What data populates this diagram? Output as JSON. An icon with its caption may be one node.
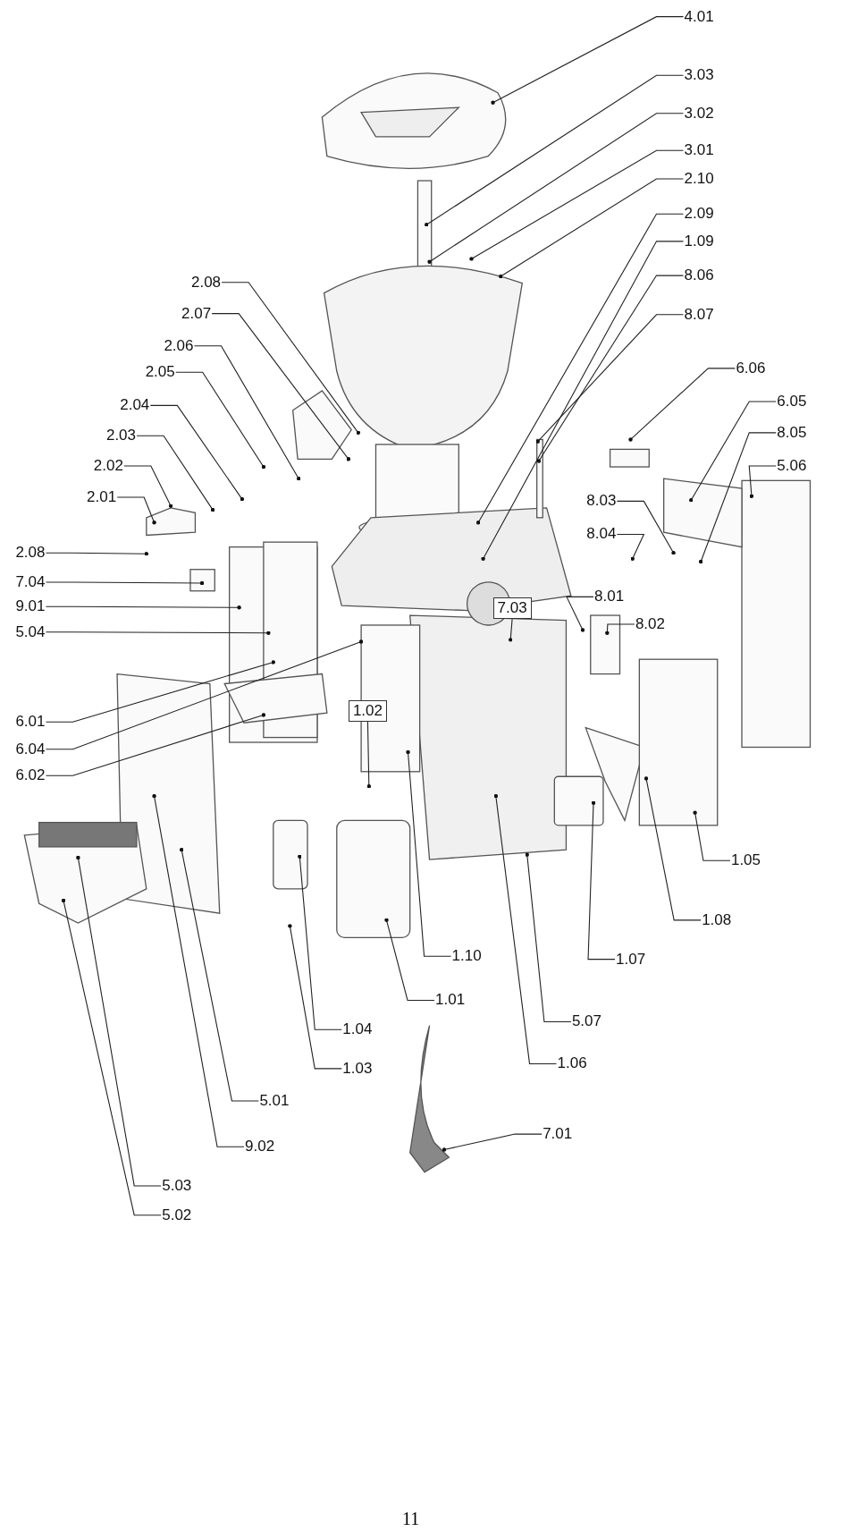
{
  "diagram": {
    "nodes": [
      {
        "text": [
          "4.01"
        ]
      },
      {
        "text": [
          "3.03"
        ]
      },
      {
        "text": [
          "3.02"
        ]
      },
      {
        "text": [
          "3.01"
        ]
      },
      {
        "text": [
          "2.10"
        ]
      },
      {
        "text": [
          "2.09"
        ]
      },
      {
        "text": [
          "1.09"
        ]
      },
      {
        "text": [
          "2.08"
        ]
      },
      {
        "text": [
          "8.06"
        ]
      },
      {
        "text": [
          "2.07"
        ]
      },
      {
        "text": [
          "8.07"
        ]
      },
      {
        "text": [
          "2.06"
        ]
      },
      {
        "text": [
          "6.06"
        ]
      },
      {
        "text": [
          "2.05"
        ]
      },
      {
        "text": [
          "6.05"
        ]
      },
      {
        "text": [
          "2.04"
        ]
      },
      {
        "text": [
          "8.05"
        ]
      },
      {
        "text": [
          "2.03"
        ]
      },
      {
        "text": [
          "2.02"
        ]
      },
      {
        "text": [
          "5.06"
        ]
      },
      {
        "text": [
          "8.03"
        ]
      },
      {
        "text": [
          "2.01"
        ]
      },
      {
        "text": [
          "8.04"
        ]
      },
      {
        "text": [
          "2.08"
        ]
      },
      {
        "text": [
          "7.04"
        ]
      },
      {
        "text": [
          "8.01"
        ]
      },
      {
        "text": [
          "9.01"
        ]
      },
      {
        "text": [
          "7.03"
        ]
      },
      {
        "text": [
          "8.02"
        ]
      },
      {
        "text": [
          "5.04"
        ]
      },
      {
        "text": [
          "1.02"
        ]
      },
      {
        "text": [
          "6.01"
        ]
      },
      {
        "text": [
          "6.04"
        ]
      },
      {
        "text": [
          "6.02"
        ]
      },
      {
        "text": [
          "1.05"
        ]
      },
      {
        "text": [
          "1.08"
        ]
      },
      {
        "text": [
          "1.10"
        ]
      },
      {
        "text": [
          "1.07"
        ]
      },
      {
        "text": [
          "1.01"
        ]
      },
      {
        "text": [
          "5.07"
        ]
      },
      {
        "text": [
          "1.04"
        ]
      },
      {
        "text": [
          "1.06"
        ]
      },
      {
        "text": [
          "1.03"
        ]
      },
      {
        "text": [
          "5.01"
        ]
      },
      {
        "text": [
          "7.01"
        ]
      },
      {
        "text": [
          "9.02"
        ]
      },
      {
        "text": [
          "5.03"
        ]
      },
      {
        "text": [
          "5.02"
        ]
      }
    ],
    "edges": [
      {
        "from": 0,
        "to": null,
        "arrow": "other"
      },
      {
        "from": 1,
        "to": null,
        "arrow": "other"
      },
      {
        "from": 2,
        "to": null,
        "arrow": "other"
      },
      {
        "from": 3,
        "to": null,
        "arrow": "other"
      },
      {
        "from": 4,
        "to": null,
        "arrow": "other"
      },
      {
        "from": 5,
        "to": null,
        "arrow": "other"
      },
      {
        "from": 6,
        "to": null,
        "arrow": "other"
      },
      {
        "from": 7,
        "to": null,
        "arrow": "other"
      },
      {
        "from": 8,
        "to": null,
        "arrow": "other"
      },
      {
        "from": 9,
        "to": null,
        "arrow": "other"
      },
      {
        "from": 10,
        "to": null,
        "arrow": "other"
      },
      {
        "from": 11,
        "to": null,
        "arrow": "other"
      },
      {
        "from": 12,
        "to": null,
        "arrow": "other"
      },
      {
        "from": 13,
        "to": null,
        "arrow": "other"
      },
      {
        "from": 14,
        "to": null,
        "arrow": "other"
      },
      {
        "from": 15,
        "to": null,
        "arrow": "other"
      },
      {
        "from": 16,
        "to": null,
        "arrow": "other"
      },
      {
        "from": 17,
        "to": null,
        "arrow": "other"
      },
      {
        "from": 18,
        "to": null,
        "arrow": "other"
      },
      {
        "from": 19,
        "to": null,
        "arrow": "other"
      },
      {
        "from": 20,
        "to": null,
        "arrow": "other"
      },
      {
        "from": 21,
        "to": null,
        "arrow": "other"
      },
      {
        "from": 22,
        "to": null,
        "arrow": "other"
      },
      {
        "from": 23,
        "to": null,
        "arrow": "other"
      },
      {
        "from": 24,
        "to": null,
        "arrow": "other"
      },
      {
        "from": 25,
        "to": null,
        "arrow": "other"
      },
      {
        "from": 26,
        "to": null,
        "arrow": "other"
      },
      {
        "from": 27,
        "to": null,
        "arrow": "other"
      },
      {
        "from": 28,
        "to": null,
        "arrow": "other"
      },
      {
        "from": 29,
        "to": null,
        "arrow": "other"
      },
      {
        "from": 30,
        "to": null,
        "arrow": "other"
      },
      {
        "from": 31,
        "to": null,
        "arrow": "other"
      },
      {
        "from": 32,
        "to": null,
        "arrow": "other"
      },
      {
        "from": 33,
        "to": null,
        "arrow": "other"
      },
      {
        "from": 34,
        "to": null,
        "arrow": "other"
      },
      {
        "from": 35,
        "to": null,
        "arrow": "other"
      },
      {
        "from": 36,
        "to": null,
        "arrow": "other"
      },
      {
        "from": 37,
        "to": null,
        "arrow": "other"
      },
      {
        "from": 38,
        "to": null,
        "arrow": "other"
      },
      {
        "from": 39,
        "to": null,
        "arrow": "other"
      },
      {
        "from": 40,
        "to": null,
        "arrow": "other"
      },
      {
        "from": 41,
        "to": null,
        "arrow": "other"
      },
      {
        "from": 42,
        "to": null,
        "arrow": "other"
      },
      {
        "from": 43,
        "to": null,
        "arrow": "other"
      },
      {
        "from": 44,
        "to": null,
        "arrow": "other"
      },
      {
        "from": 45,
        "to": null,
        "arrow": "other"
      },
      {
        "from": 46,
        "to": null,
        "arrow": "other"
      },
      {
        "from": 47,
        "to": null,
        "arrow": "other"
      }
    ],
    "labels": [
      "11"
    ]
  }
}
